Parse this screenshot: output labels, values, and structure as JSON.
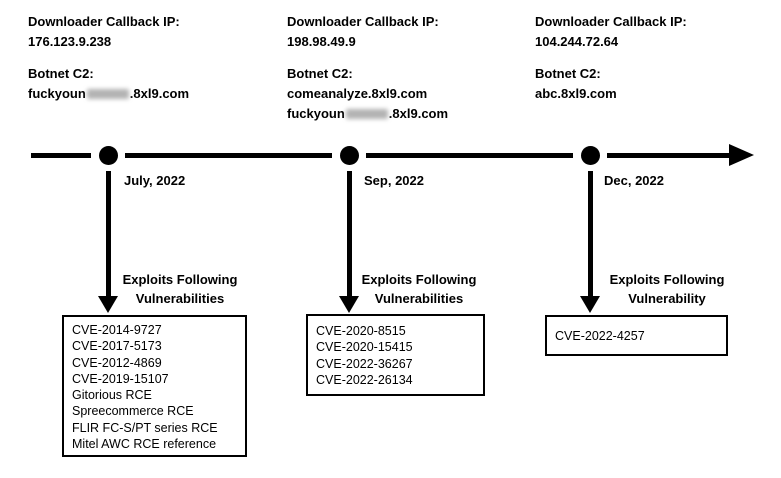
{
  "timeline": {
    "arrow_color": "#000000",
    "background_color": "#ffffff"
  },
  "columns": [
    {
      "ip_label": "Downloader Callback IP:",
      "ip": "176.123.9.238",
      "c2_label": "Botnet C2:",
      "c2_prefix": "fuckyoun",
      "c2_censored": true,
      "c2_suffix": ".8xl9.com",
      "date": "July, 2022",
      "exploits_line1": "Exploits Following",
      "exploits_line2": "Vulnerabilities",
      "vulns": [
        "CVE-2014-9727",
        "CVE-2017-5173",
        "CVE-2012-4869",
        "CVE-2019-15107",
        "Gitorious RCE",
        "Spreecommerce RCE",
        "FLIR FC-S/PT series RCE",
        "Mitel AWC RCE reference"
      ]
    },
    {
      "ip_label": "Downloader Callback IP:",
      "ip": "198.98.49.9",
      "c2_label": "Botnet C2:",
      "c2_domain1": "comeanalyze.8xl9.com",
      "c2_prefix": "fuckyoun",
      "c2_censored": true,
      "c2_suffix": ".8xl9.com",
      "date": "Sep, 2022",
      "exploits_line1": "Exploits Following",
      "exploits_line2": "Vulnerabilities",
      "vulns": [
        "CVE-2020-8515",
        "CVE-2020-15415",
        "CVE-2022-36267",
        "CVE-2022-26134"
      ]
    },
    {
      "ip_label": "Downloader Callback IP:",
      "ip": "104.244.72.64",
      "c2_label": "Botnet C2:",
      "c2_domain1": "abc.8xl9.com",
      "date": "Dec, 2022",
      "exploits_line1": "Exploits Following",
      "exploits_line2": "Vulnerability",
      "vulns": [
        "CVE-2022-4257"
      ]
    }
  ]
}
